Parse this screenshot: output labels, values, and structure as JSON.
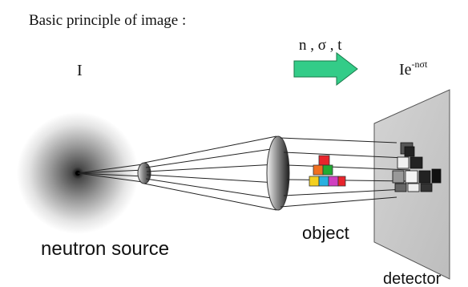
{
  "title": "Basic principle of image :",
  "incident_label": "I",
  "arrow_label": "n , σ , t",
  "transmitted_label": {
    "base": "Ie",
    "exponent": "-nσt"
  },
  "source_label": "neutron source",
  "object_label": "object",
  "detector_label": "detector",
  "colors": {
    "arrow_fill": "#33cc88",
    "arrow_stroke": "#1a7a4a",
    "detector_plate": "#c8c8c8",
    "object_cubes": [
      "#e8242c",
      "#f07020",
      "#22aa33",
      "#f4d020",
      "#28b0e0",
      "#d040c0"
    ],
    "shadow_cubes": [
      "#222222",
      "#888888",
      "#f0f0f0"
    ]
  }
}
